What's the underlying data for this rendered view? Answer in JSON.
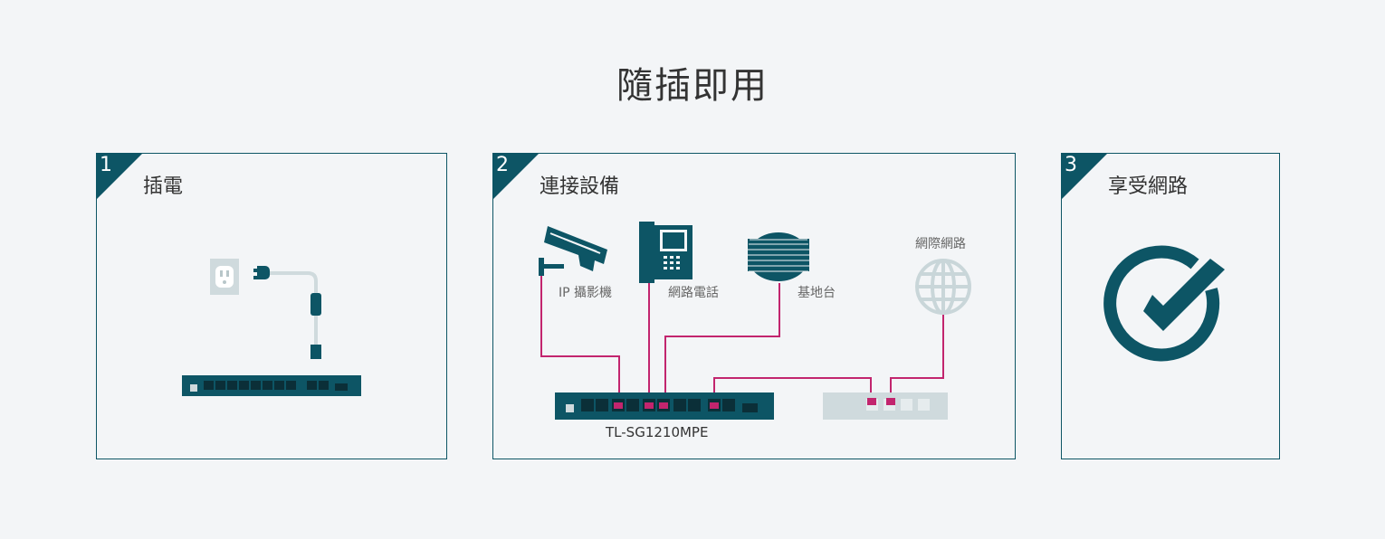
{
  "title": "隨插即用",
  "steps": [
    {
      "number": "1",
      "label": "插電"
    },
    {
      "number": "2",
      "label": "連接設備"
    },
    {
      "number": "3",
      "label": "享受網路"
    }
  ],
  "devices": {
    "camera": "IP 攝影機",
    "phone": "網路電話",
    "ap": "基地台",
    "internet": "網際網路",
    "switch_model": "TL-SG1210MPE"
  },
  "colors": {
    "brand": "#0d5565",
    "cable": "#c2256e",
    "background": "#f3f5f7"
  },
  "icons": [
    "outlet-icon",
    "power-plug-icon",
    "switch-icon",
    "ip-camera-icon",
    "ip-phone-icon",
    "access-point-icon",
    "globe-icon",
    "router-icon",
    "checkmark-icon"
  ]
}
